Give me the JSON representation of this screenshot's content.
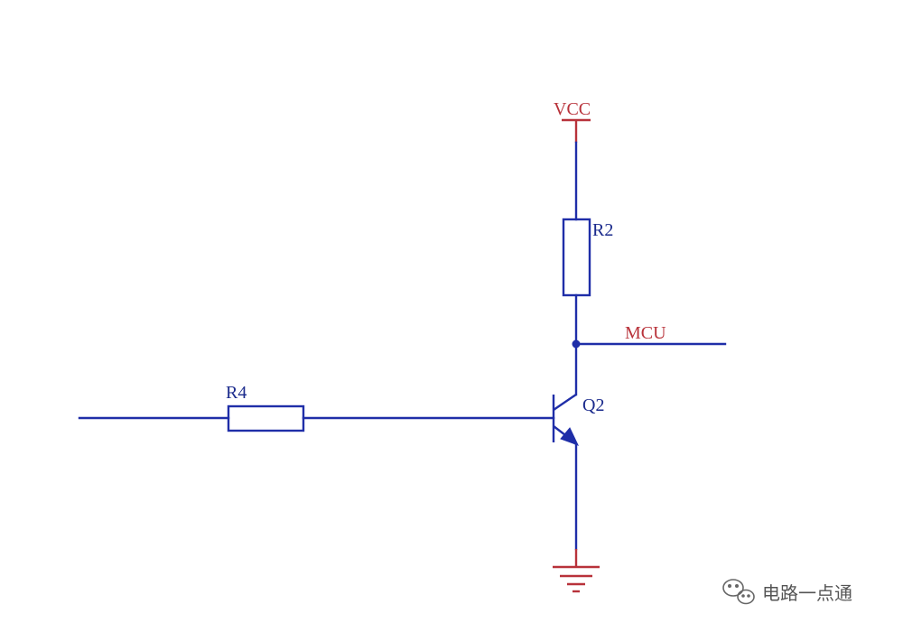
{
  "labels": {
    "power": "VCC",
    "collector_resistor": "R2",
    "net": "MCU",
    "base_resistor": "R4",
    "transistor": "Q2"
  },
  "watermark": {
    "text": "电路一点通",
    "icon": "wechat-icon"
  },
  "colors": {
    "wire": "#1f2ea8",
    "power": "#b8323a",
    "label": "#1a2a8c"
  }
}
